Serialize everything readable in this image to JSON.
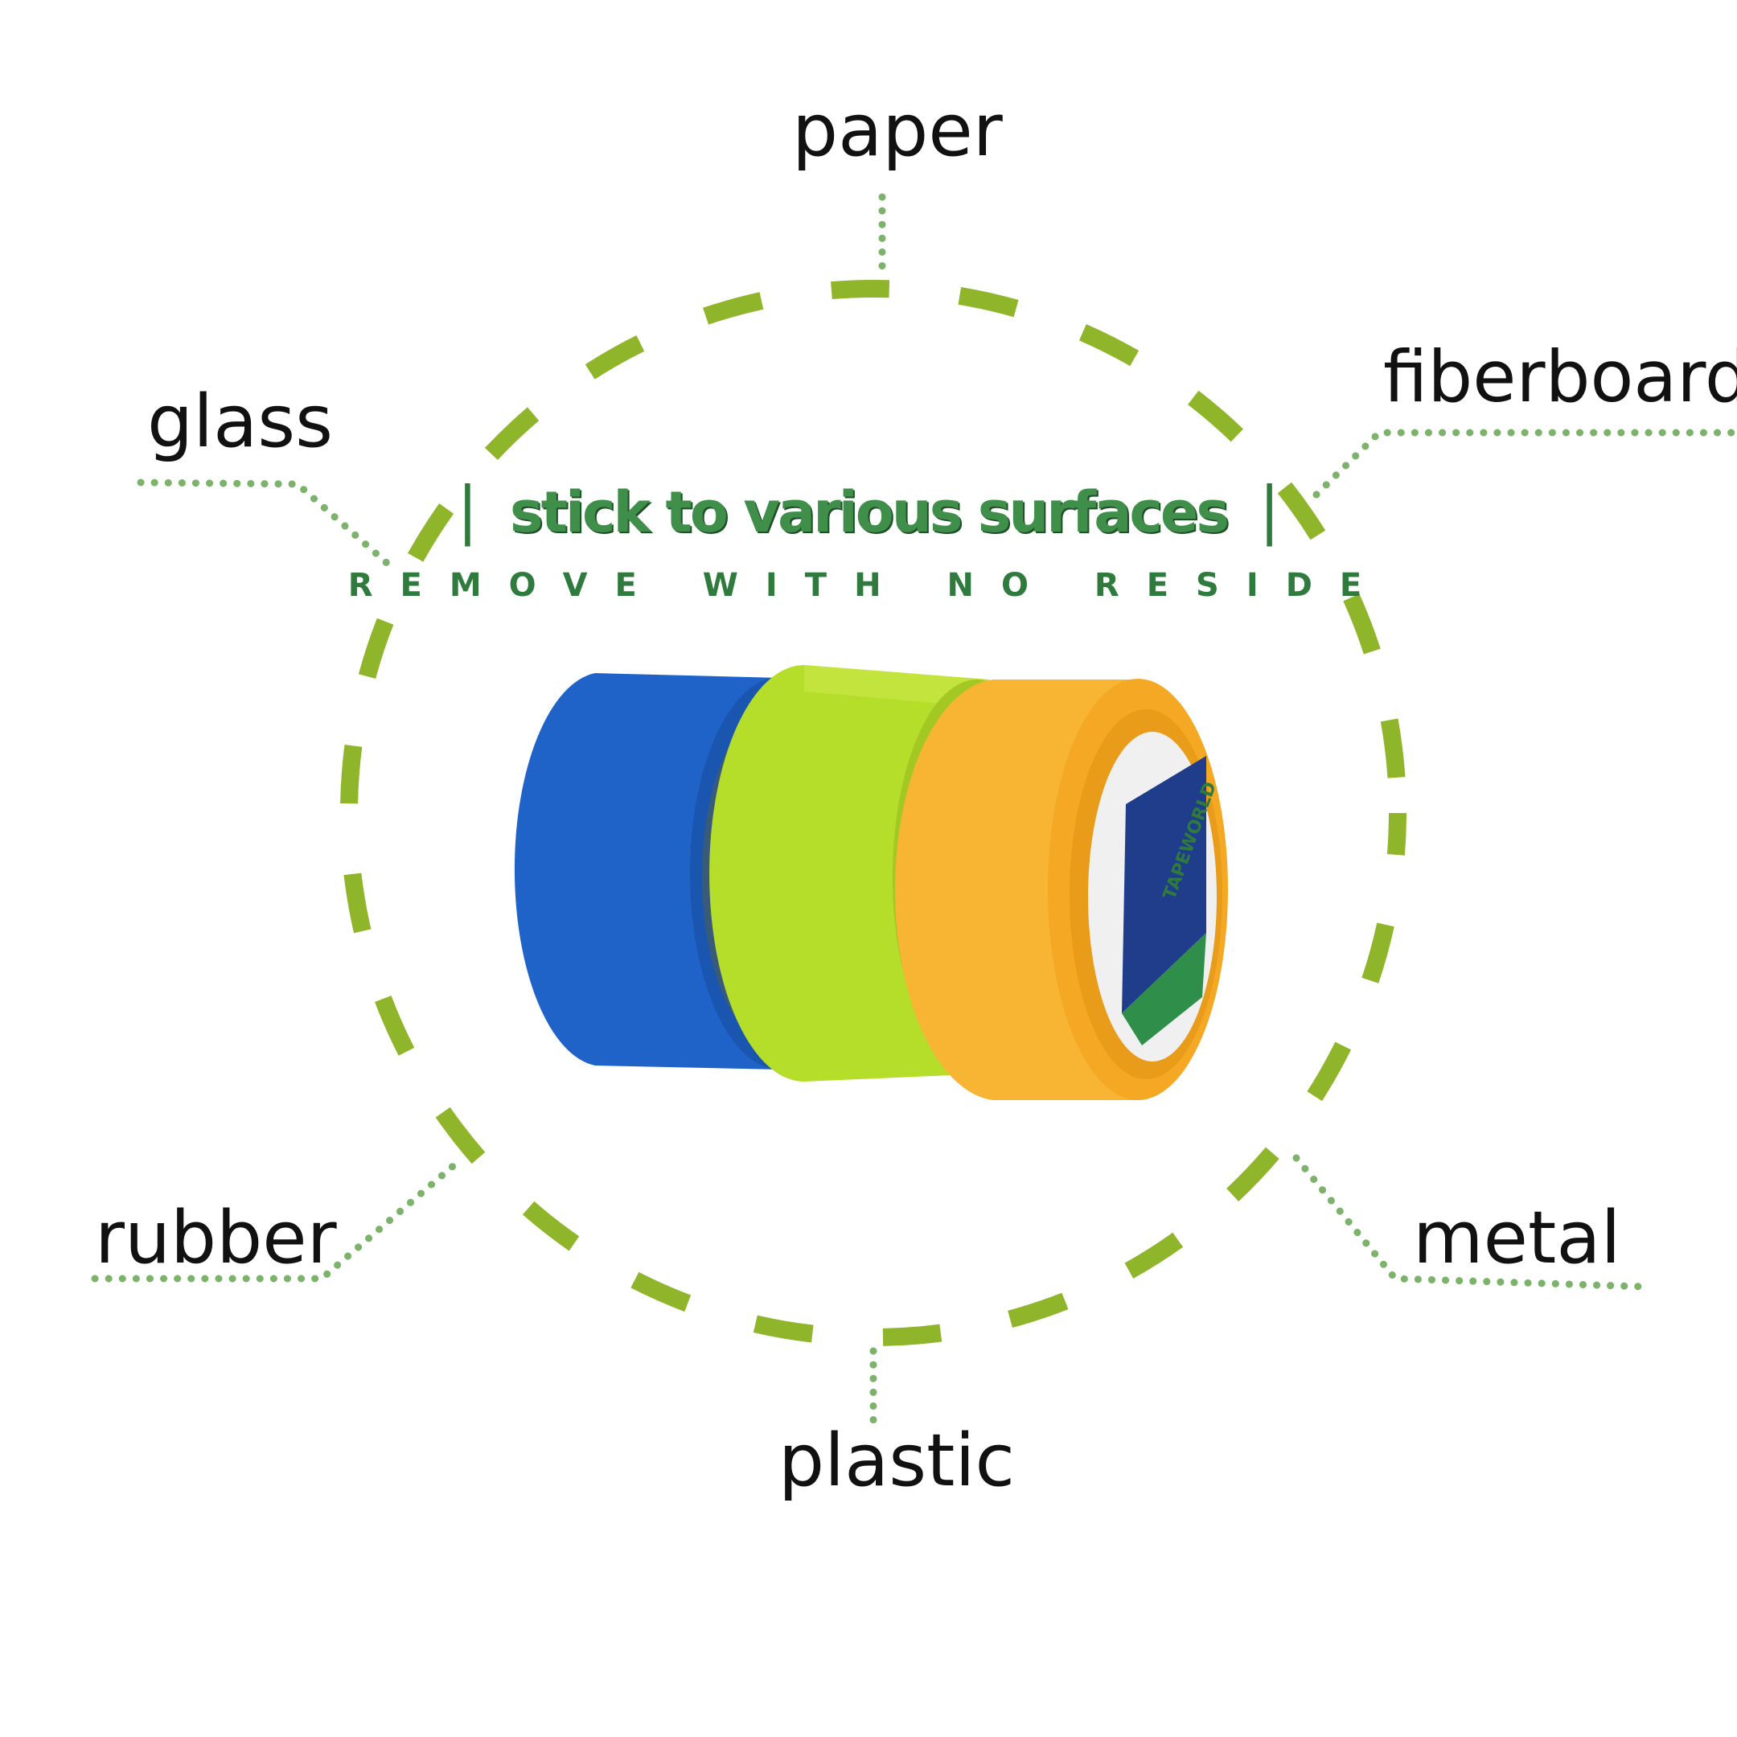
{
  "colors": {
    "accent_green": "#8fb52a",
    "dot_green": "#7cb26a",
    "headline_green": "#3f8f4a",
    "tape_blue": "#1f63c9",
    "tape_lime": "#b5de2a",
    "tape_orange": "#f7b533",
    "label_text": "#111111"
  },
  "headline": "stick to various surfaces",
  "headline_divider": "|",
  "subheadline": "REMOVE WITH NO RESIDE",
  "surfaces": {
    "paper": "paper",
    "fiberboard": "fiberboard",
    "glass": "glass",
    "rubber": "rubber",
    "metal": "metal",
    "plastic": "plastic"
  },
  "product": {
    "name": "three rolls of masking tape (blue, lime green, orange)",
    "core_brand": "TAPEWORLD"
  }
}
